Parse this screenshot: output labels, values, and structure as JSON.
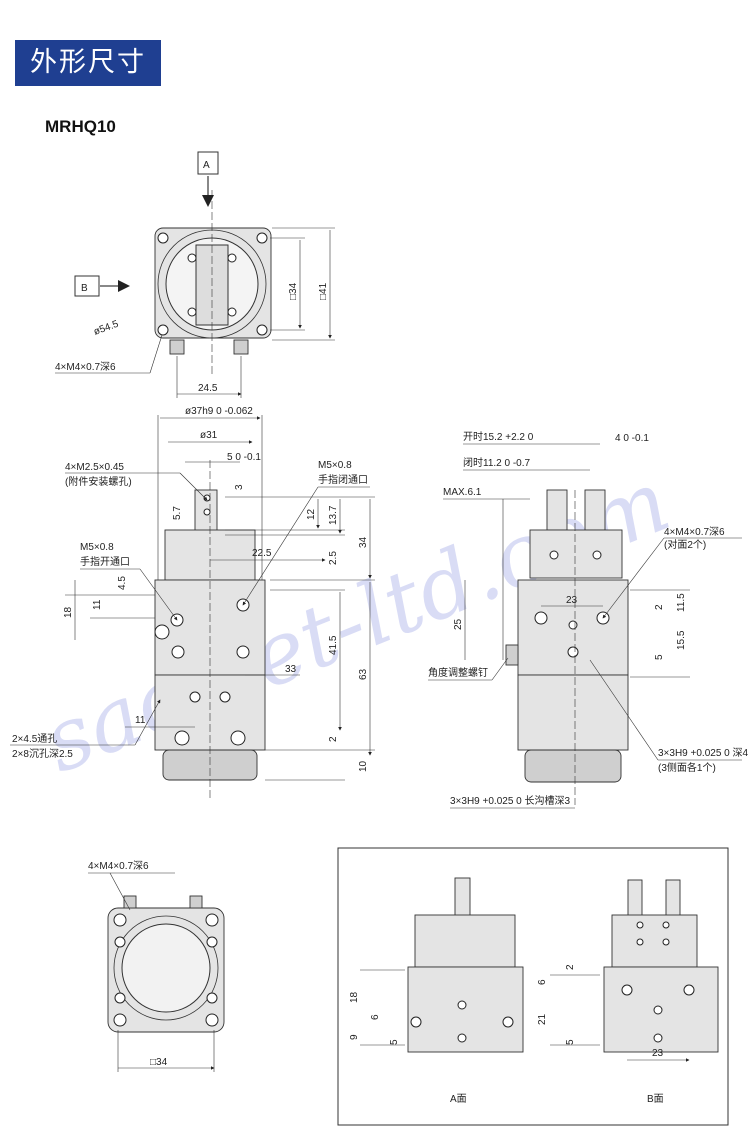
{
  "header": {
    "title": "外形尺寸",
    "model": "MRHQ10"
  },
  "watermark": "saoviet-ltd.com",
  "top_view": {
    "view_a": "A",
    "view_b": "B",
    "dim_34": "□34",
    "dim_41": "□41",
    "dia": "ø54.5",
    "holes": "4×M4×0.7深6",
    "width": "24.5"
  },
  "front_view": {
    "outer_dia": "ø37h9 0 -0.062",
    "dia31": "ø31",
    "d5": "5 0 -0.1",
    "tap_label": "4×M2.5×0.45",
    "tap_note": "(附件安装螺孔)",
    "port_close": "M5×0.8",
    "port_close_note": "手指闭通口",
    "port_open": "M5×0.8",
    "port_open_note": "手指开通口",
    "d3": "3",
    "d57": "5.7",
    "d12": "12",
    "d137": "13.7",
    "d34": "34",
    "d225": "22.5",
    "d25": "2.5",
    "d45": "4.5",
    "d11": "11",
    "d18": "18",
    "d415": "41.5",
    "d63": "63",
    "d33": "33",
    "d11b": "11",
    "d2": "2",
    "d10": "10",
    "thru": "2×4.5通孔",
    "cbore": "2×8沉孔深2.5"
  },
  "side_view": {
    "open": "开时15.2 +2.2 0",
    "closed": "闭时11.2 0 -0.7",
    "d4": "4 0 -0.1",
    "max": "MAX.6.1",
    "holes": "4×M4×0.7深6",
    "holes_note": "(对面2个)",
    "d23": "23",
    "d2": "2",
    "d115": "11.5",
    "d155": "15.5",
    "d5": "5",
    "d25": "25",
    "screw": "角度调整螺钉",
    "pin": "3×3H9 +0.025 0 深4",
    "pin_note": "(3侧面各1个)",
    "slot": "3×3H9 +0.025 0 长沟槽深3"
  },
  "bottom_view": {
    "holes": "4×M4×0.7深6",
    "dim": "□34"
  },
  "detail": {
    "a_label": "A面",
    "b_label": "B面",
    "a_d18": "18",
    "a_d6": "6",
    "a_d9": "9",
    "a_d5": "5",
    "b_d2": "2",
    "b_d6": "6",
    "b_d21": "21",
    "b_d5": "5",
    "b_d23": "23"
  }
}
